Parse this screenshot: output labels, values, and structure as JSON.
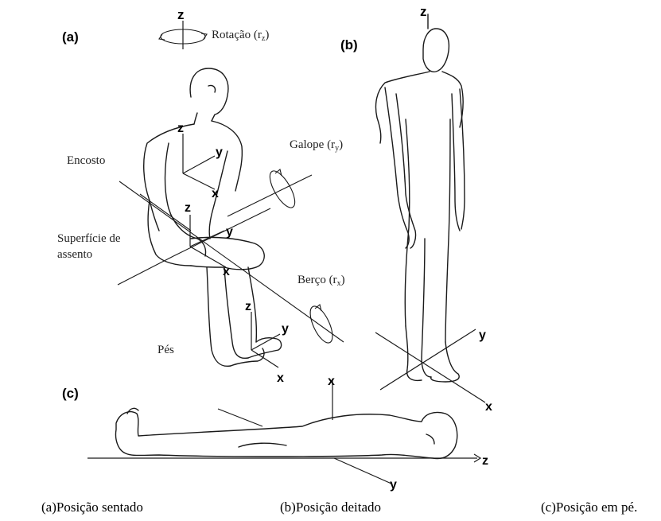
{
  "panel_labels": {
    "a": "(a)",
    "b": "(b)",
    "c": "(c)"
  },
  "axis_letters": {
    "z": "z",
    "y": "y",
    "x": "x"
  },
  "annotations": {
    "rotation": "Rotação (r",
    "rotation_sub": "z",
    "gallop": "Galope (r",
    "gallop_sub": "y",
    "cradle": "Berço (r",
    "cradle_sub": "x",
    "close": ")",
    "backrest": "Encosto",
    "seat_line1": "Superfície de",
    "seat_line2": "assento",
    "feet": "Pés"
  },
  "captions": {
    "a": "(a)Posição sentado",
    "b": "(b)Posição deitado",
    "c": "(c)Posição em pé."
  }
}
